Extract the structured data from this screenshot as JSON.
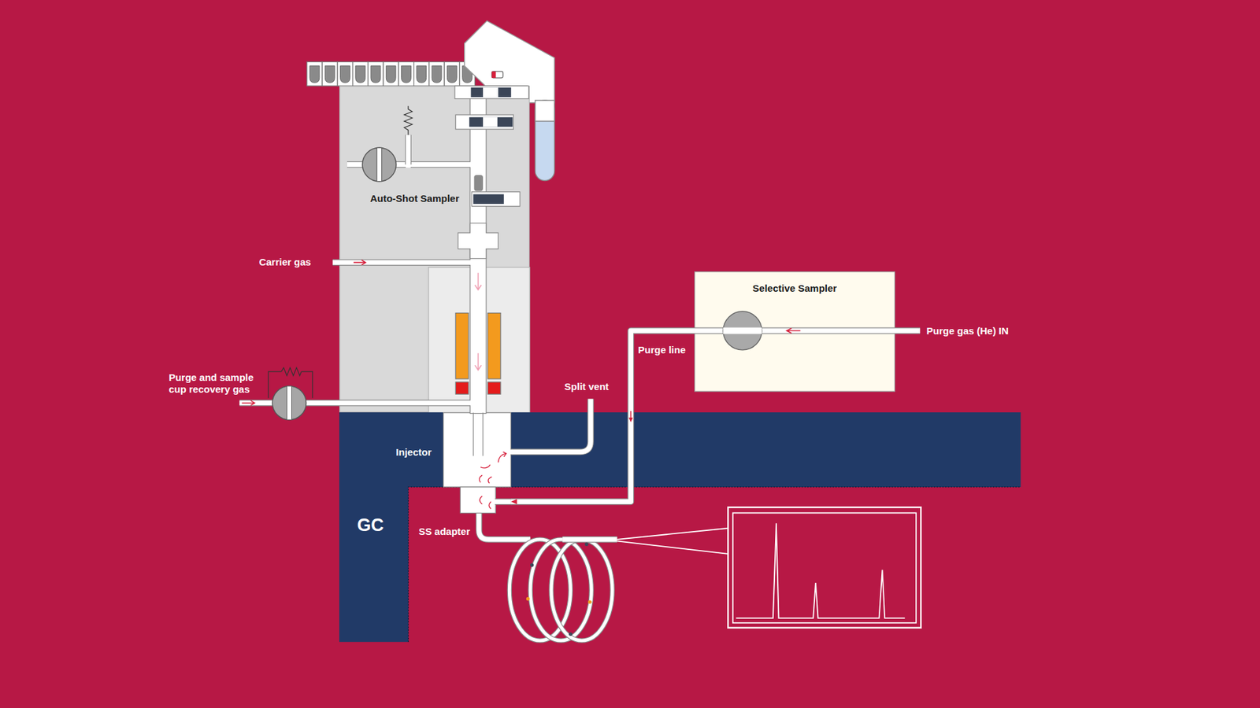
{
  "diagram": {
    "nodes": [
      {
        "text": [
          "Auto-Shot Sampler"
        ]
      },
      {
        "text": [
          "Selective Sampler"
        ]
      },
      {
        "text": [
          "GC"
        ]
      },
      {
        "text": [
          "Injector"
        ],
        "in": 2
      }
    ],
    "edges": [
      {
        "from": 1,
        "to": 3,
        "arrow": "to",
        "label": "Purge line"
      }
    ],
    "labels": [
      "Carrier gas",
      "Purge and sample cup recovery gas",
      "Split vent",
      "Purge gas (He) IN",
      "SS adapter"
    ]
  }
}
